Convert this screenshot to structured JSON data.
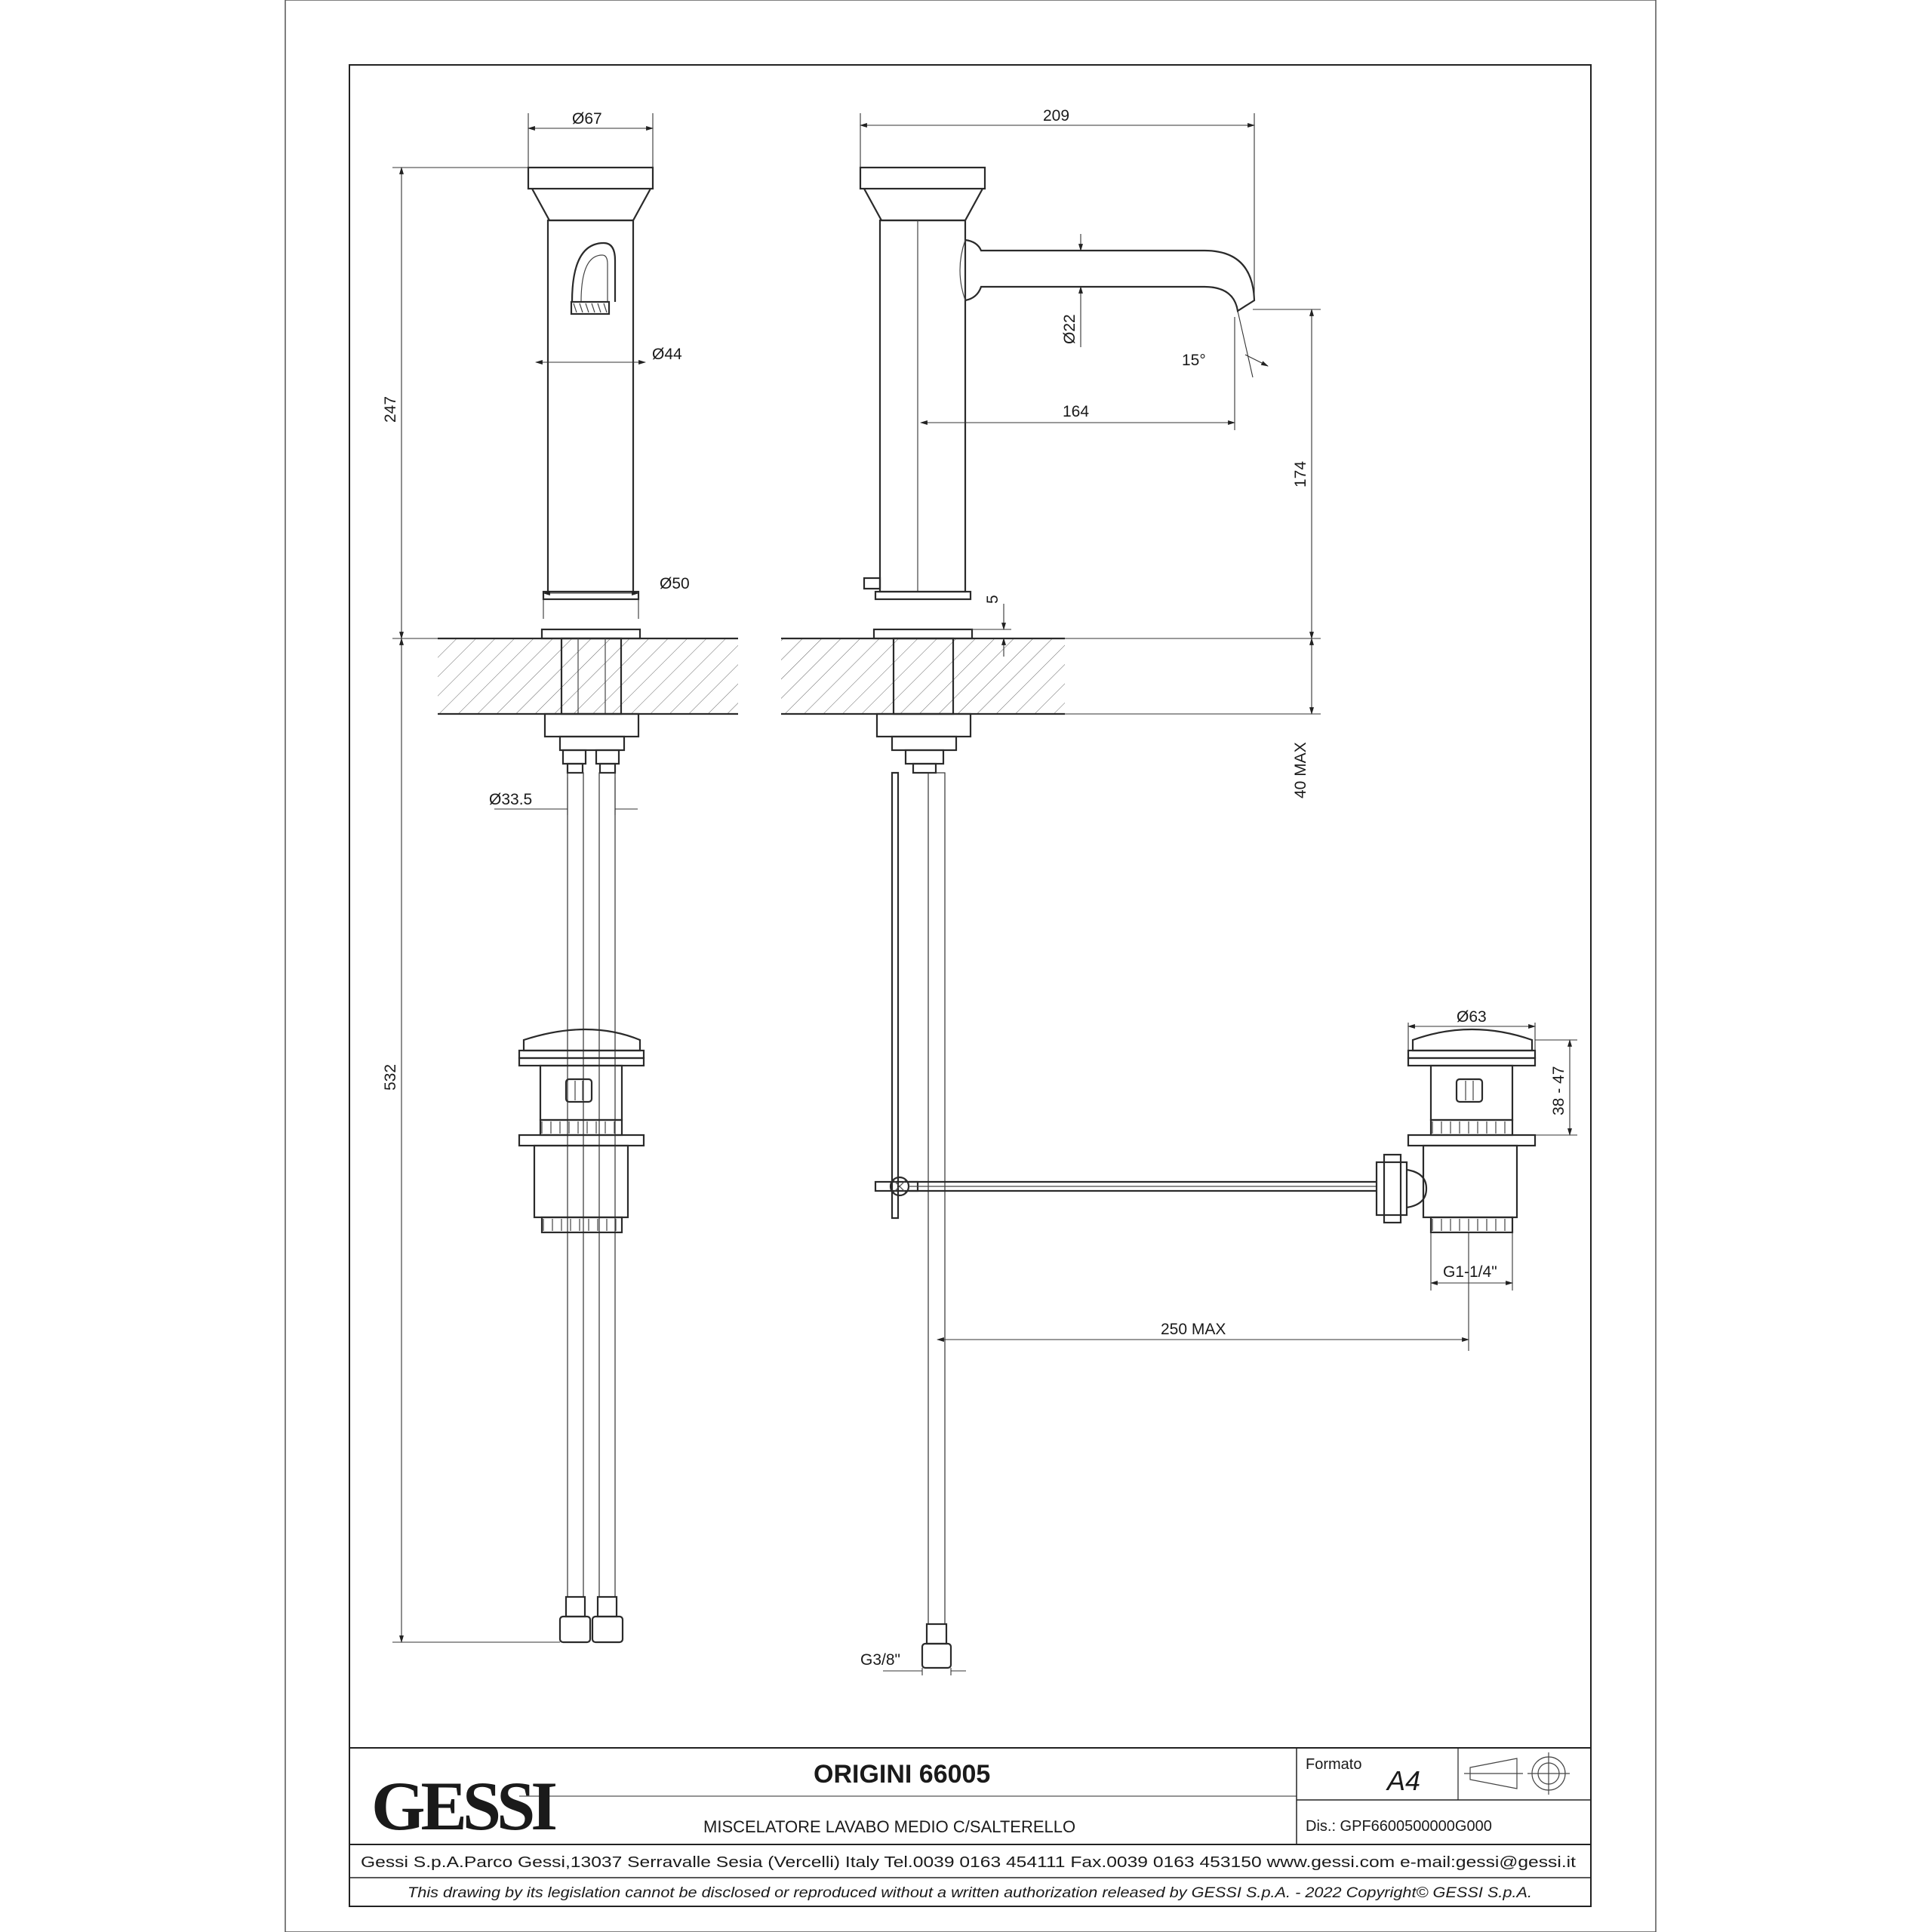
{
  "drawing": {
    "dimensions": {
      "front_top_dia": "Ø67",
      "front_body_dia": "Ø44",
      "front_base_dia": "Ø50",
      "front_height": "247",
      "hose_dia": "Ø33.5",
      "hose_length": "532",
      "side_width": "209",
      "spout_dia": "Ø22",
      "spout_reach": "164",
      "spout_angle": "15°",
      "spout_height": "174",
      "base_gap": "5",
      "deck_thickness": "40 MAX",
      "waste_dia": "Ø63",
      "waste_range": "38 - 47",
      "waste_thread": "G1-1/4\"",
      "rod_length": "250 MAX",
      "hose_thread": "G3/8\""
    }
  },
  "title_block": {
    "logo": "GESSI",
    "product_title": "ORIGINI 66005",
    "description": "MISCELATORE LAVABO MEDIO C/SALTERELLO",
    "formato_label": "Formato",
    "formato_value": "A4",
    "dis": "Dis.: GPF6600500000G000",
    "company_line": "Gessi S.p.A.Parco Gessi,13037 Serravalle Sesia (Vercelli) Italy Tel.0039 0163 454111 Fax.0039 0163 453150 www.gessi.com e-mail:gessi@gessi.it",
    "legal_note": "This drawing by its legislation cannot be disclosed or reproduced without a written authorization released by GESSI S.p.A. - 2022 Copyright© GESSI S.p.A."
  }
}
